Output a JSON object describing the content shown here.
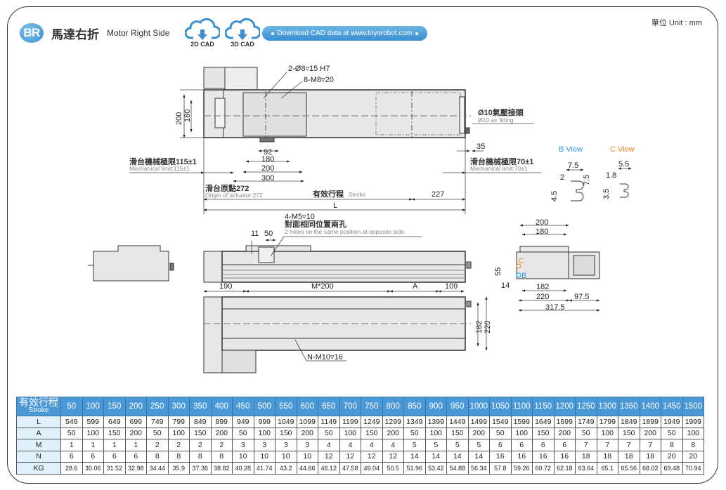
{
  "header": {
    "badge": "BR",
    "title_zh": "馬達右折",
    "title_en": "Motor Right Side",
    "cad_buttons": [
      {
        "label": "2D CAD",
        "icon": "cloud-download-icon"
      },
      {
        "label": "3D CAD",
        "icon": "cloud-download-icon"
      }
    ],
    "download_text": "Download CAD data at www.toyorobot.com",
    "unit": "單位 Unit : mm"
  },
  "colors": {
    "accent": "#4a98d6",
    "table_row_header": "#dff0fb",
    "b_view": "#2a9de0",
    "c_view": "#f08a2a"
  },
  "drawing": {
    "top_view": {
      "hole1": "2-Ø8▿15 H7",
      "hole2": "8-M8▿20",
      "dim_200": "200",
      "dim_180": "180",
      "air_zh": "Ø10氣壓接頭",
      "air_en": "Ø10 air fitting",
      "dim_35": "35",
      "mech_left_zh": "滑台機械極限115±1",
      "mech_left_en": "Mechanical limit:115±1",
      "mech_right_zh": "滑台機械極限70±1",
      "mech_right_en": "Mechanical limit:70±1",
      "dim_92": "92",
      "dim_180b": "180",
      "dim_200b": "200",
      "dim_300": "300",
      "origin_zh": "滑台原點272",
      "origin_en": "Origin of actuator:272",
      "stroke_zh": "有效行程",
      "stroke_en": "Stroke",
      "dim_227": "227",
      "dim_L": "L"
    },
    "b_view": {
      "title": "B View",
      "d1": "7.5",
      "d2": "2",
      "d3": "7.5",
      "d4": "4.5"
    },
    "c_view": {
      "title": "C View",
      "d1": "5.5",
      "d2": "1.8",
      "d3": "3.5"
    },
    "side_view": {
      "hole": "4-M5▿10",
      "hole_zh": "對面相同位置兩孔",
      "hole_en": "2 holes on the same position at opposite side.",
      "dim_11": "11",
      "dim_50": "50",
      "dim_190": "190",
      "dim_m200": "M*200",
      "dim_A": "A",
      "dim_109": "109"
    },
    "end_view": {
      "dim_200": "200",
      "dim_180": "180",
      "dim_55": "55",
      "dim_14": "14",
      "dim_182": "182",
      "dim_220": "220",
      "dim_97_5": "97.5",
      "dim_317_5": "317.5",
      "label_B": "B",
      "label_C": "C"
    },
    "bottom_view": {
      "hole": "N-M10▿16",
      "dim_182": "182",
      "dim_220": "220"
    }
  },
  "table": {
    "header_zh": "有效行程",
    "header_en": "Stroke",
    "strokes": [
      "50",
      "100",
      "150",
      "200",
      "250",
      "300",
      "350",
      "400",
      "450",
      "500",
      "550",
      "600",
      "650",
      "700",
      "750",
      "800",
      "850",
      "900",
      "950",
      "1000",
      "1050",
      "1100",
      "1150",
      "1200",
      "1250",
      "1300",
      "1350",
      "1400",
      "1450",
      "1500"
    ],
    "rows": [
      {
        "label": "L",
        "values": [
          "549",
          "599",
          "649",
          "699",
          "749",
          "799",
          "849",
          "899",
          "949",
          "999",
          "1049",
          "1099",
          "1149",
          "1199",
          "1249",
          "1299",
          "1349",
          "1399",
          "1449",
          "1499",
          "1549",
          "1599",
          "1649",
          "1699",
          "1749",
          "1799",
          "1849",
          "1899",
          "1949",
          "1999"
        ]
      },
      {
        "label": "A",
        "values": [
          "50",
          "100",
          "150",
          "200",
          "50",
          "100",
          "150",
          "200",
          "50",
          "100",
          "150",
          "200",
          "50",
          "100",
          "150",
          "200",
          "50",
          "100",
          "150",
          "200",
          "50",
          "100",
          "150",
          "200",
          "50",
          "100",
          "150",
          "200",
          "50",
          "100"
        ]
      },
      {
        "label": "M",
        "values": [
          "1",
          "1",
          "1",
          "1",
          "2",
          "2",
          "2",
          "2",
          "3",
          "3",
          "3",
          "3",
          "4",
          "4",
          "4",
          "4",
          "5",
          "5",
          "5",
          "5",
          "6",
          "6",
          "6",
          "6",
          "7",
          "7",
          "7",
          "7",
          "8",
          "8"
        ]
      },
      {
        "label": "N",
        "values": [
          "6",
          "6",
          "6",
          "6",
          "8",
          "8",
          "8",
          "8",
          "10",
          "10",
          "10",
          "10",
          "12",
          "12",
          "12",
          "12",
          "14",
          "14",
          "14",
          "14",
          "16",
          "16",
          "16",
          "16",
          "18",
          "18",
          "18",
          "18",
          "20",
          "20"
        ]
      },
      {
        "label": "KG",
        "values": [
          "28.6",
          "30.06",
          "31.52",
          "32.98",
          "34.44",
          "35.9",
          "37.36",
          "38.82",
          "40.28",
          "41.74",
          "43.2",
          "44.66",
          "46.12",
          "47.58",
          "49.04",
          "50.5",
          "51.96",
          "53.42",
          "54.88",
          "56.34",
          "57.8",
          "59.26",
          "60.72",
          "62.18",
          "63.64",
          "65.1",
          "65.56",
          "68.02",
          "69.48",
          "70.94"
        ]
      }
    ]
  }
}
